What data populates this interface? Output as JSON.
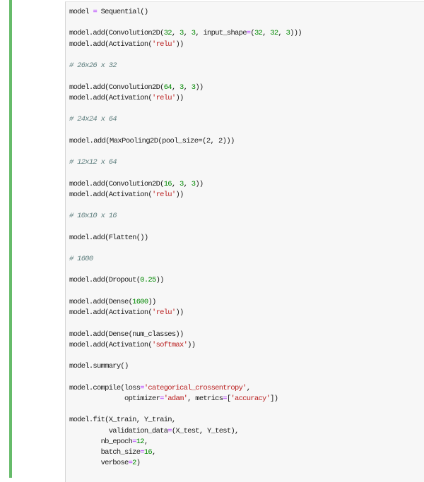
{
  "notebook_cell": {
    "code_lines": [
      "model = Sequential()",
      "",
      "model.add(Convolution2D(32, 3, 3, input_shape=(32, 32, 3)))",
      "model.add(Activation('relu'))",
      "",
      "# 26x26 x 32",
      "",
      "model.add(Convolution2D(64, 3, 3))",
      "model.add(Activation('relu'))",
      "",
      "# 24x24 x 64",
      "",
      "model.add(MaxPooling2D(pool_size=(2, 2)))",
      "",
      "# 12x12 x 64",
      "",
      "model.add(Convolution2D(16, 3, 3))",
      "model.add(Activation('relu'))",
      "",
      "# 10x10 x 16",
      "",
      "model.add(Flatten())",
      "",
      "# 1600",
      "",
      "model.add(Dropout(0.25))",
      "",
      "model.add(Dense(1600))",
      "model.add(Activation('relu'))",
      "",
      "model.add(Dense(num_classes))",
      "model.add(Activation('softmax'))",
      "",
      "model.summary()",
      "",
      "model.compile(loss='categorical_crossentropy',",
      "              optimizer='adam', metrics=['accuracy'])",
      "",
      "model.fit(X_train, Y_train,",
      "          validation_data=(X_test, Y_test),",
      "        nb_epoch=12,",
      "        batch_size=16,",
      "        verbose=2)"
    ]
  }
}
